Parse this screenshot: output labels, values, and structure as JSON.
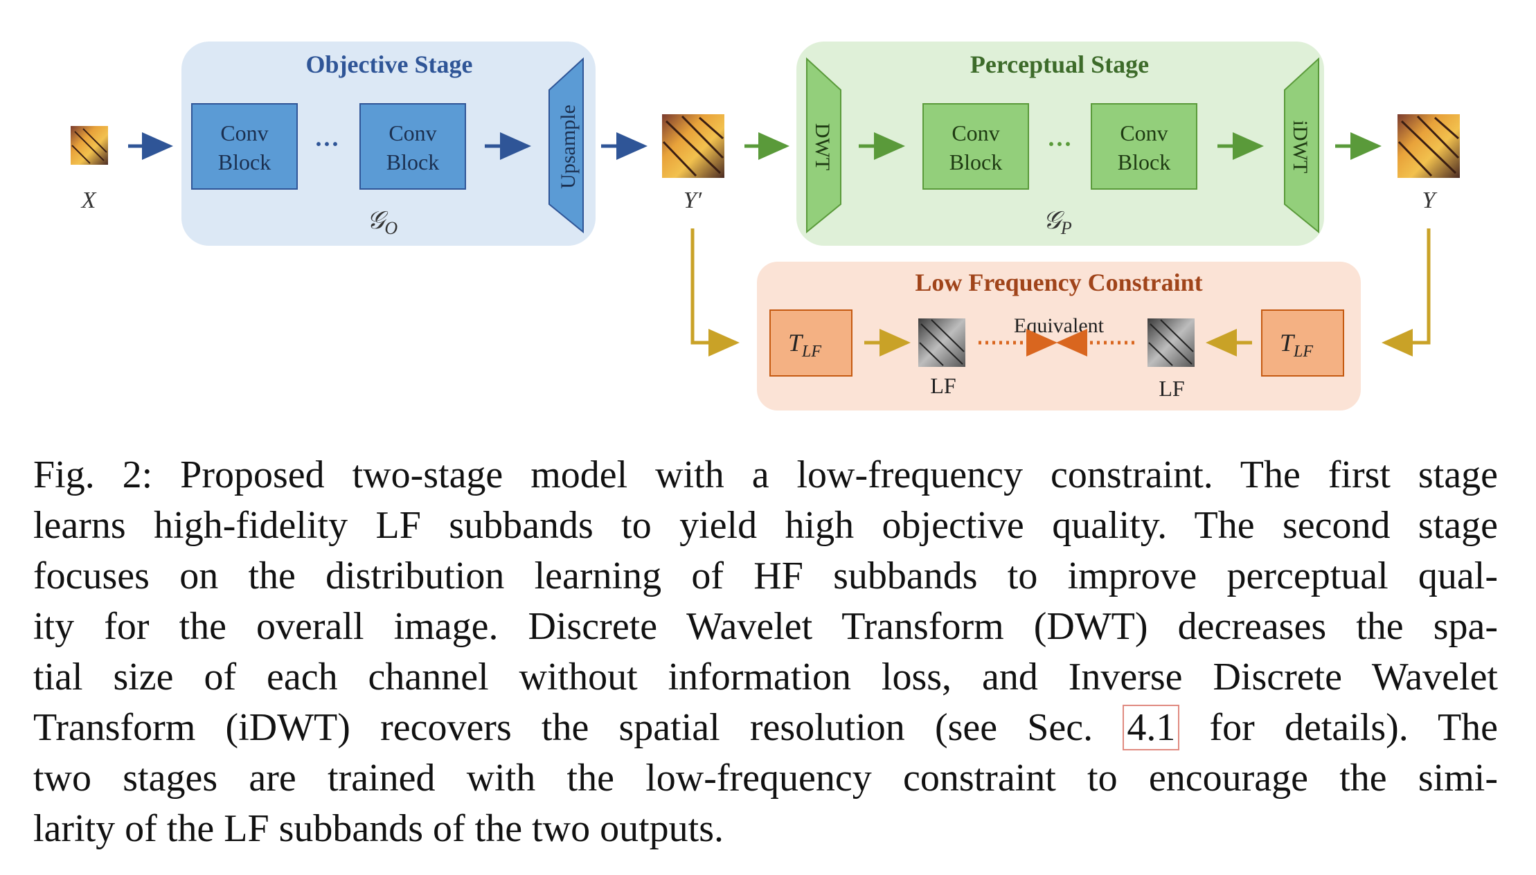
{
  "figure": {
    "objective_stage": {
      "title": "Objective Stage",
      "blocks": [
        "Conv Block",
        "Conv Block"
      ],
      "block_line1": "Conv",
      "block_line2": "Block",
      "ellipsis": "···",
      "upsample_label": "Upsample",
      "operator_label": "𝒢",
      "operator_sub": "O"
    },
    "perceptual_stage": {
      "title": "Perceptual Stage",
      "dwt_label": "DWT",
      "idwt_label": "iDWT",
      "block_line1": "Conv",
      "block_line2": "Block",
      "ellipsis": "···",
      "operator_label": "𝒢",
      "operator_sub": "P"
    },
    "lf_constraint": {
      "title": "Low Frequency Constraint",
      "t_label": "T",
      "t_sub": "LF",
      "lf_label": "LF",
      "equivalent_label": "Equivalent"
    },
    "images": {
      "input_label": "X",
      "intermediate_label": "Y′",
      "output_label": "Y"
    },
    "colors": {
      "objective_bg": "#dce8f5",
      "conv_blue": "#5b9bd5",
      "blue_arrow": "#2f5597",
      "perceptual_bg": "#dff0d8",
      "conv_green": "#93cf7b",
      "green_arrow": "#5a9a3a",
      "lf_bg": "#fbe3d6",
      "t_box": "#f4b183",
      "gold_arrow": "#c9a227",
      "dotted_orange": "#d9661f"
    }
  },
  "caption": {
    "lines": [
      "Fig. 2: Proposed two-stage model with a low-frequency constraint. The first stage",
      "learns high-fidelity LF subbands to yield high objective quality. The second stage",
      "focuses on the distribution learning of HF subbands to improve perceptual qual-",
      "ity for the overall image. Discrete Wavelet Transform (DWT) decreases the spa-",
      "tial size of each channel without information loss, and Inverse Discrete Wavelet"
    ],
    "line6_before": "Transform (iDWT) recovers the spatial resolution (see Sec.",
    "section_ref": "4.1",
    "line6_after": "for details). The",
    "line7": "two stages are trained with the low-frequency constraint to encourage the simi-",
    "line8": "larity of the LF subbands of the two outputs."
  }
}
